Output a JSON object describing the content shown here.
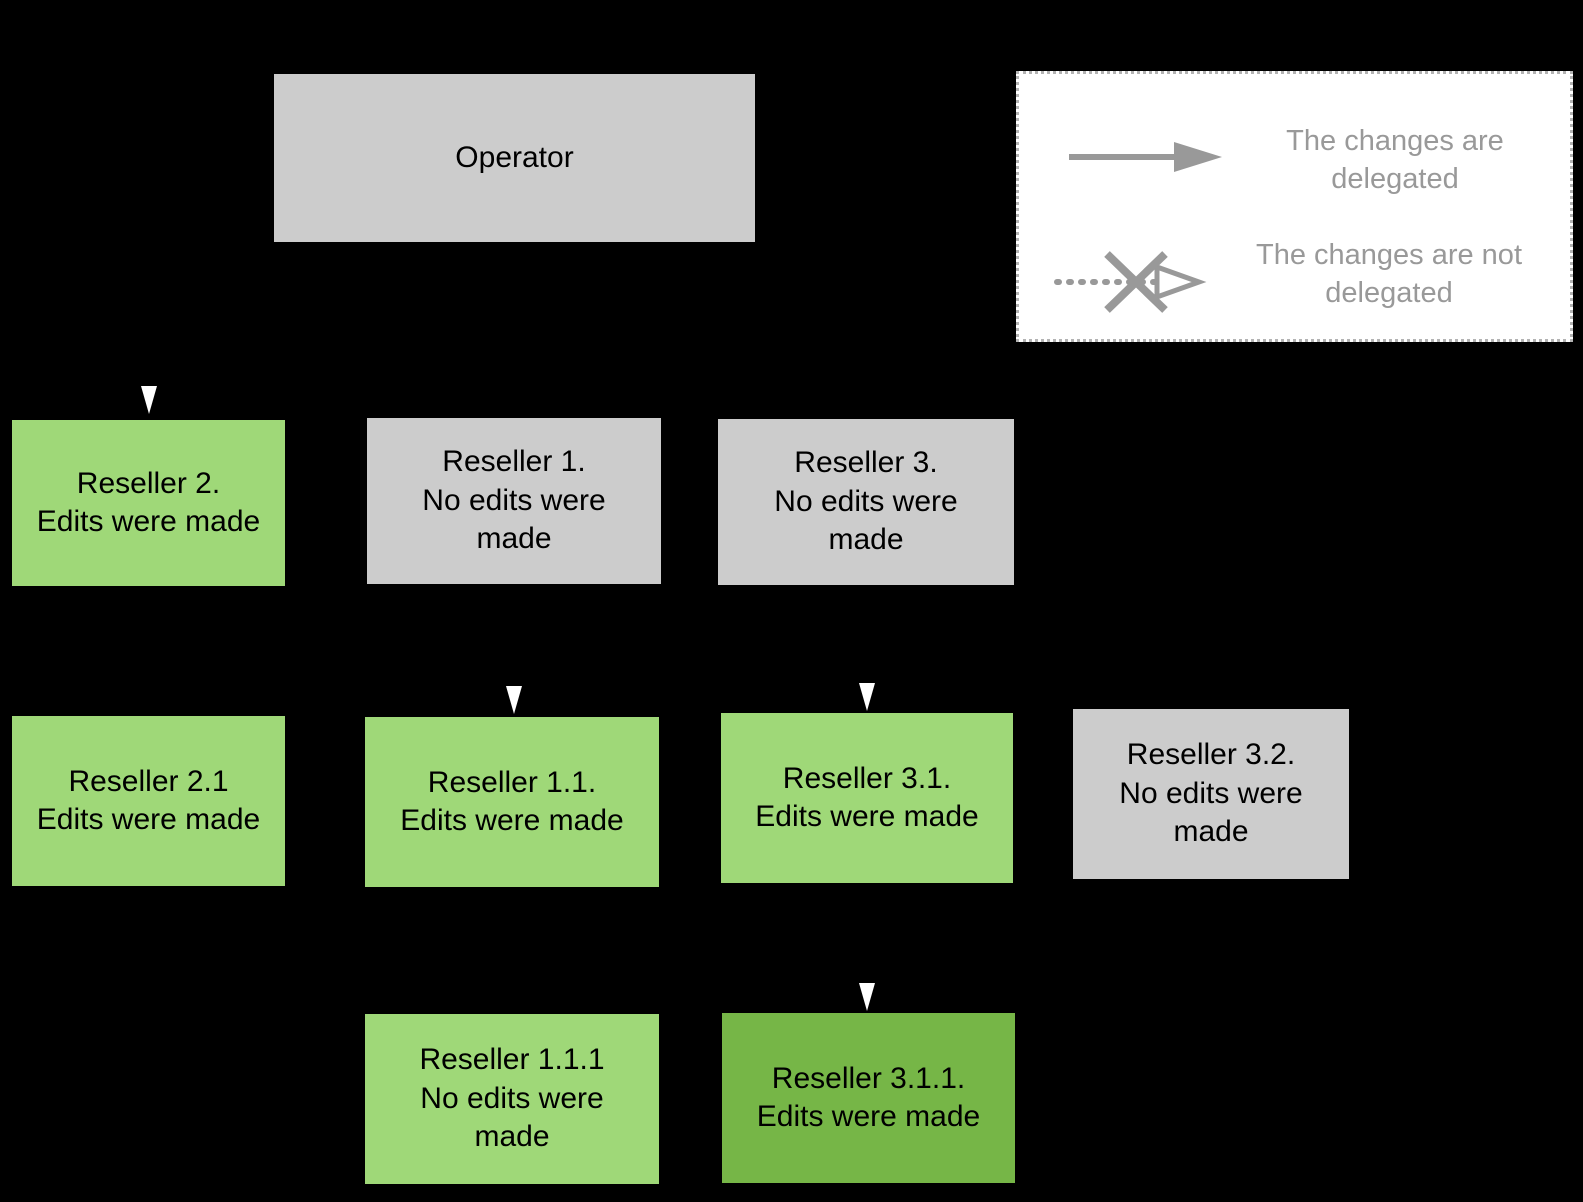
{
  "diagram": {
    "title": "Reseller change delegation hierarchy",
    "background_color": "#000000",
    "palette": {
      "gray_node": "#cccccc",
      "green_node": "#9fd878",
      "green_node_dark": "#76b647",
      "legend_border": "#b3b3b3",
      "legend_background": "#ffffff",
      "legend_text": "#999999",
      "edge_arrow": "#ffffff",
      "legend_arrow": "#999999"
    },
    "nodes": [
      {
        "id": "operator",
        "label": "Operator",
        "style": "gray"
      },
      {
        "id": "reseller2",
        "label": "Reseller 2.\nEdits were made",
        "style": "green"
      },
      {
        "id": "reseller1",
        "label": "Reseller 1.\nNo edits were\nmade",
        "style": "gray"
      },
      {
        "id": "reseller3",
        "label": "Reseller 3.\nNo edits were\nmade",
        "style": "gray"
      },
      {
        "id": "reseller21",
        "label": "Reseller 2.1\nEdits were made",
        "style": "green"
      },
      {
        "id": "reseller11",
        "label": "Reseller 1.1.\nEdits were made",
        "style": "green"
      },
      {
        "id": "reseller31",
        "label": "Reseller 3.1.\nEdits were made",
        "style": "green"
      },
      {
        "id": "reseller32",
        "label": "Reseller 3.2.\nNo edits were\nmade",
        "style": "gray"
      },
      {
        "id": "reseller111",
        "label": "Reseller 1.1.1\nNo edits were\nmade",
        "style": "green"
      },
      {
        "id": "reseller311",
        "label": "Reseller 3.1.1.\nEdits were made",
        "style": "green-dark"
      }
    ],
    "edges": [
      {
        "id": "operator-to-reseller2",
        "from": "operator",
        "to": "reseller2",
        "kind": "delegated"
      },
      {
        "id": "reseller1-to-reseller11",
        "from": "reseller1",
        "to": "reseller11",
        "kind": "delegated"
      },
      {
        "id": "reseller3-to-reseller31",
        "from": "reseller3",
        "to": "reseller31",
        "kind": "delegated"
      },
      {
        "id": "reseller31-to-reseller311",
        "from": "reseller31",
        "to": "reseller311",
        "kind": "delegated"
      }
    ]
  },
  "legend": {
    "items": [
      {
        "id": "delegated",
        "icon": "solid-arrow-icon",
        "label": "The changes are\ndelegated"
      },
      {
        "id": "not-delegated",
        "icon": "crossed-dotted-arrow-icon",
        "label": "The changes are not\ndelegated"
      }
    ]
  }
}
